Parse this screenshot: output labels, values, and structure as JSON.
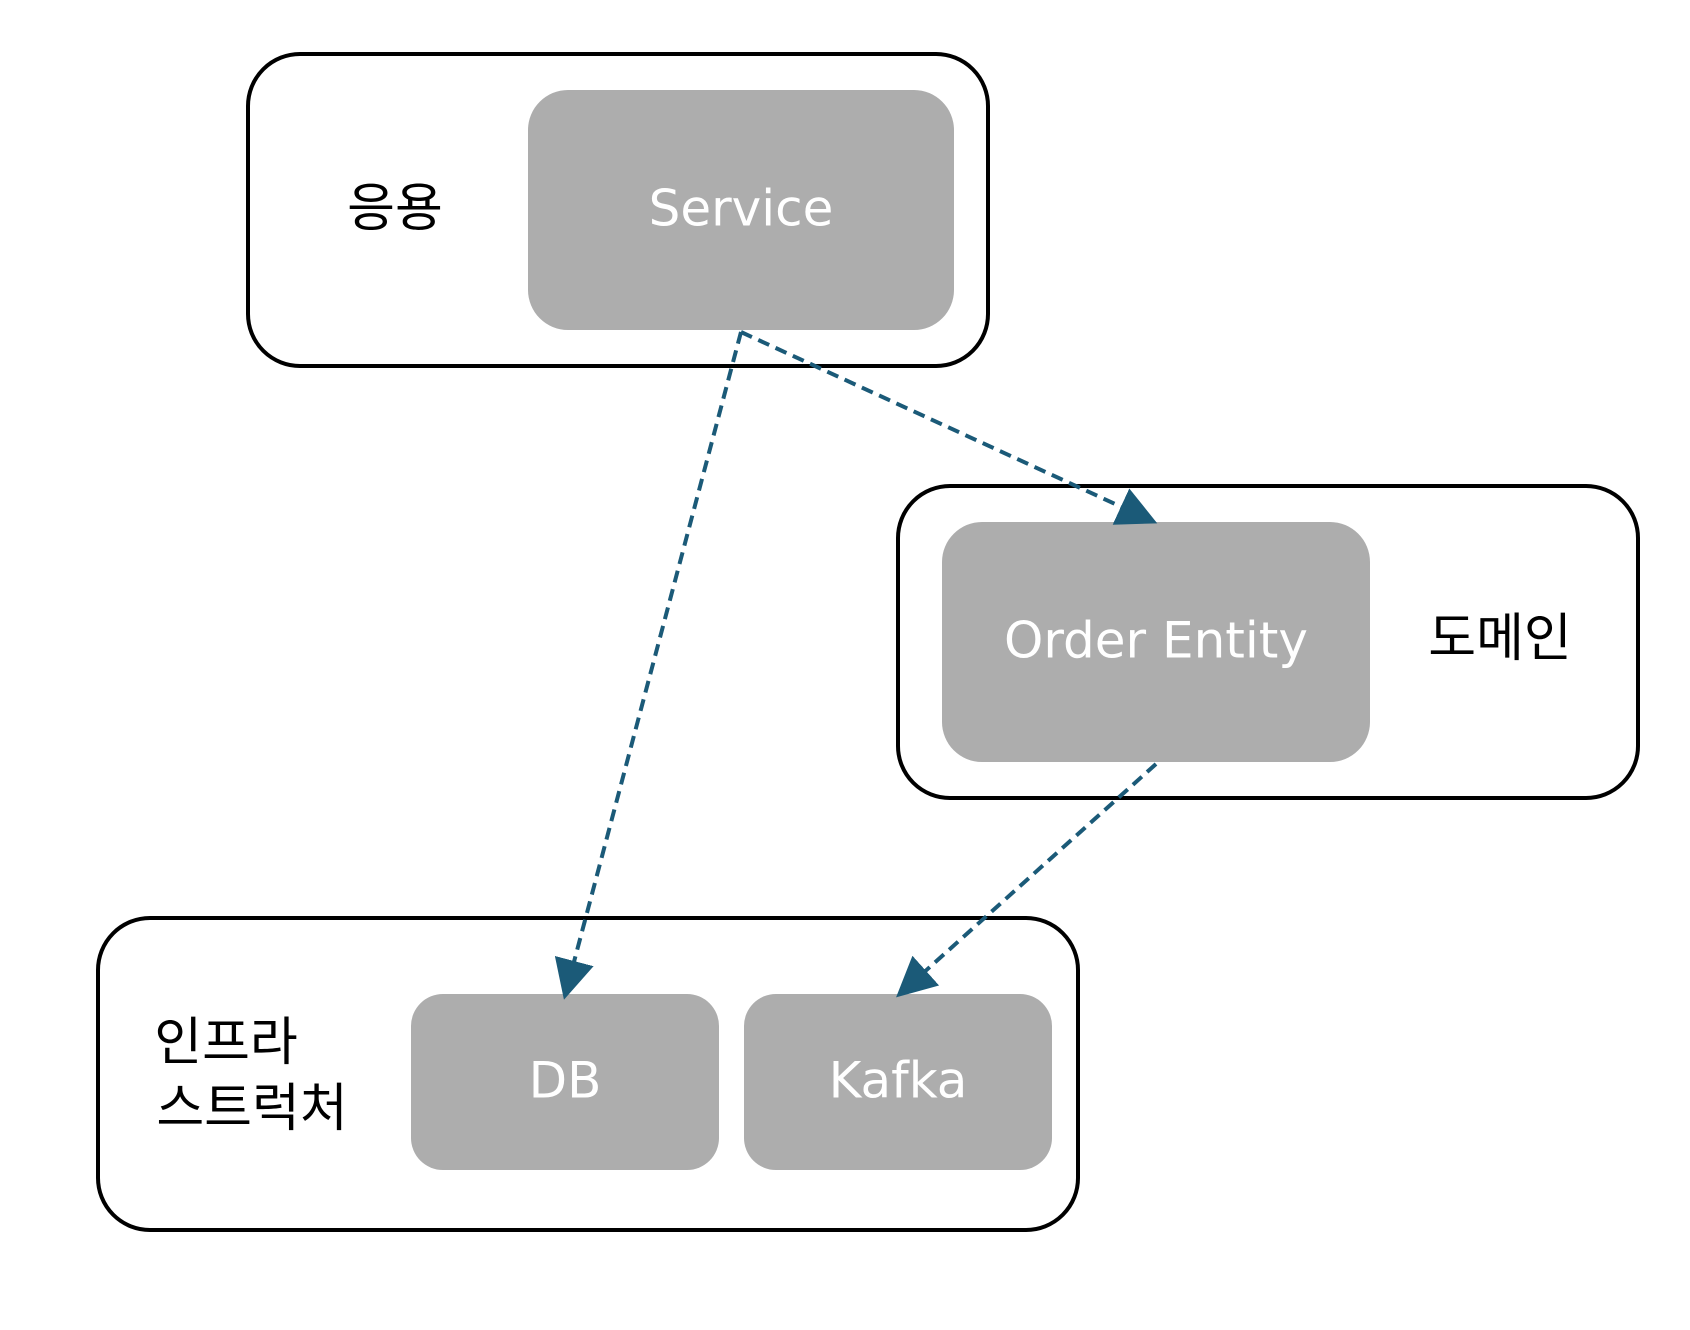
{
  "colors": {
    "layer_border": "#000000",
    "component_fill": "#adadad",
    "component_text": "#ffffff",
    "arrow": "#1b5a78"
  },
  "layers": {
    "application": {
      "label": "응용"
    },
    "domain": {
      "label": "도메인"
    },
    "infrastructure": {
      "label_line1": "인프라",
      "label_line2": "스트럭처"
    }
  },
  "components": {
    "service": "Service",
    "order_entity": "Order Entity",
    "db": "DB",
    "kafka": "Kafka"
  },
  "dependencies": [
    {
      "from": "Service",
      "to": "Order Entity"
    },
    {
      "from": "Service",
      "to": "DB"
    },
    {
      "from": "Order Entity",
      "to": "Kafka"
    }
  ]
}
